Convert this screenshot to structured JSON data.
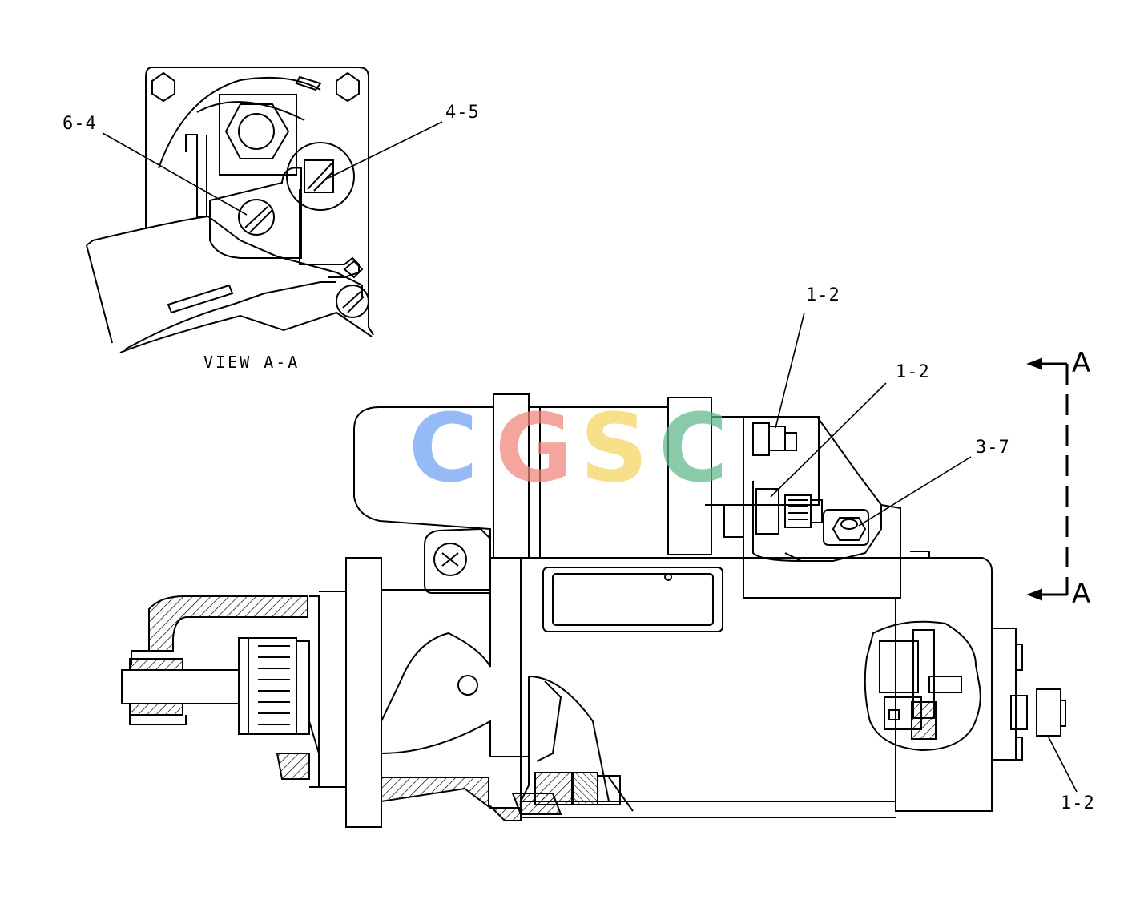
{
  "view_title": "VIEW A-A",
  "section_label": "A",
  "callouts": {
    "view_left": "6-4",
    "view_right": "4-5",
    "top_screw": "1-2",
    "terminal_nut": "1-2",
    "bracket_bolt": "3-7",
    "end_stud": "1-2"
  },
  "watermark": {
    "letters": [
      "C",
      "G",
      "S",
      "C"
    ],
    "colors": [
      "#6fa0f2",
      "#f0857a",
      "#f6d35e",
      "#5fb68a"
    ]
  }
}
